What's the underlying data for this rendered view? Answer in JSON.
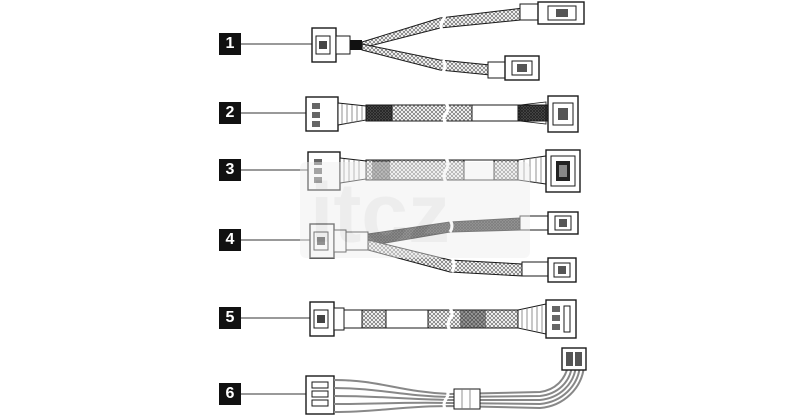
{
  "diagram": {
    "cables": [
      {
        "label": "1",
        "kind": "y-splitter",
        "right_end": "mini-sas-hd-pair"
      },
      {
        "label": "2",
        "kind": "straight",
        "right_end": "slimline-connector"
      },
      {
        "label": "3",
        "kind": "straight",
        "right_end": "wide-connector"
      },
      {
        "label": "4",
        "kind": "y-splitter",
        "right_end": "mini-sas-hd-pair"
      },
      {
        "label": "5",
        "kind": "straight",
        "right_end": "multi-pin-connector"
      },
      {
        "label": "6",
        "kind": "power",
        "right_end": "bent-power-plug"
      }
    ],
    "watermark_text": "itcz"
  },
  "colors": {
    "outline": "#1a1a1a",
    "badge": "#111111",
    "braid": "#7a7a7a",
    "wire": "#9a9a9a",
    "watermark": "#d9d9d9"
  }
}
